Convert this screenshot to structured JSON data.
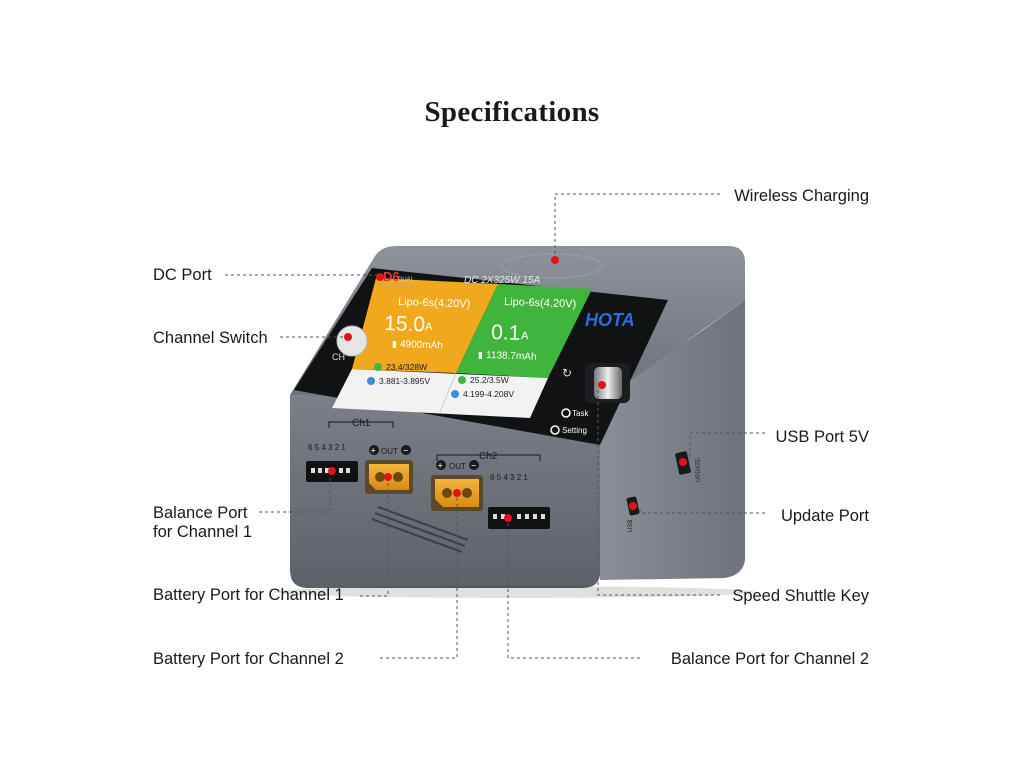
{
  "title": "Specifications",
  "callouts": {
    "wireless_charging": "Wireless Charging",
    "dc_port": "DC Port",
    "channel_switch": "Channel Switch",
    "usb_port": "USB Port 5V",
    "balance_ch1_line1": "Balance Port",
    "balance_ch1_line2": "for Channel 1",
    "update_port": "Update Port",
    "battery_ch1": "Battery Port for Channel 1",
    "speed_shuttle": "Speed Shuttle Key",
    "battery_ch2": "Battery Port for Channel 2",
    "balance_ch2": "Balance Port for Channel 2"
  },
  "device": {
    "model": "D6",
    "model_sub": "DUAL",
    "model_sub2": "SMART CHARGER",
    "brand": "HOTA",
    "header": "DC  2X325W  15A",
    "ch_button": "CH",
    "task": "Task",
    "setting": "Setting",
    "usb_side": "USB",
    "update_side": "UPDATE",
    "ch1_label": "Ch1",
    "ch2_label": "Ch2",
    "out_label": "OUT",
    "plus": "+",
    "minus": "−",
    "balance_pins": "6 5 4 3 2 1",
    "channel1": {
      "battery": "Lipo-6s(4.20V)",
      "current": "15.0",
      "unit": "A",
      "capacity": "4900mAh",
      "power": "23.4/328W",
      "voltage": "3.881-3.895V",
      "color": "#f0a81d"
    },
    "channel2": {
      "battery": "Lipo-6s(4.20V)",
      "current": "0.1",
      "unit": "A",
      "capacity": "1138.7mAh",
      "power": "25.2/3.5W",
      "voltage": "4.199-4.208V",
      "color": "#3fb63b"
    }
  }
}
